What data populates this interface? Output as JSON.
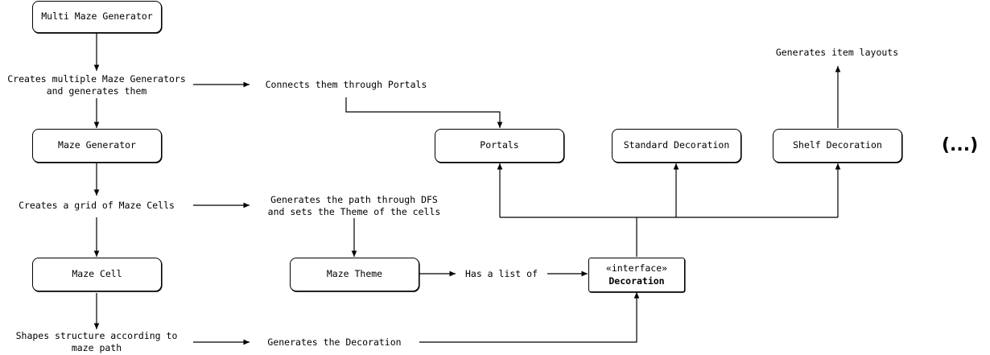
{
  "nodes": {
    "multi_maze_generator": "Multi Maze Generator",
    "maze_generator": "Maze Generator",
    "maze_cell": "Maze Cell",
    "maze_theme": "Maze Theme",
    "portals": "Portals",
    "standard_decoration": "Standard Decoration",
    "shelf_decoration": "Shelf Decoration",
    "decoration_stereotype": "«interface»",
    "decoration_name": "Decoration"
  },
  "labels": {
    "creates_multiple_1": "Creates multiple Maze Generators",
    "creates_multiple_2": "and generates them",
    "connects_portals": "Connects them through Portals",
    "creates_grid": "Creates a grid of Maze Cells",
    "generates_path_1": "Generates the path through DFS",
    "generates_path_2": "and sets the Theme of the cells",
    "has_list_of": "Has a list of",
    "shapes_structure_1": "Shapes structure according to",
    "shapes_structure_2": "maze path",
    "generates_decoration": "Generates the Decoration",
    "generates_item_layouts": "Generates item layouts"
  },
  "more_indicator": "(...)"
}
